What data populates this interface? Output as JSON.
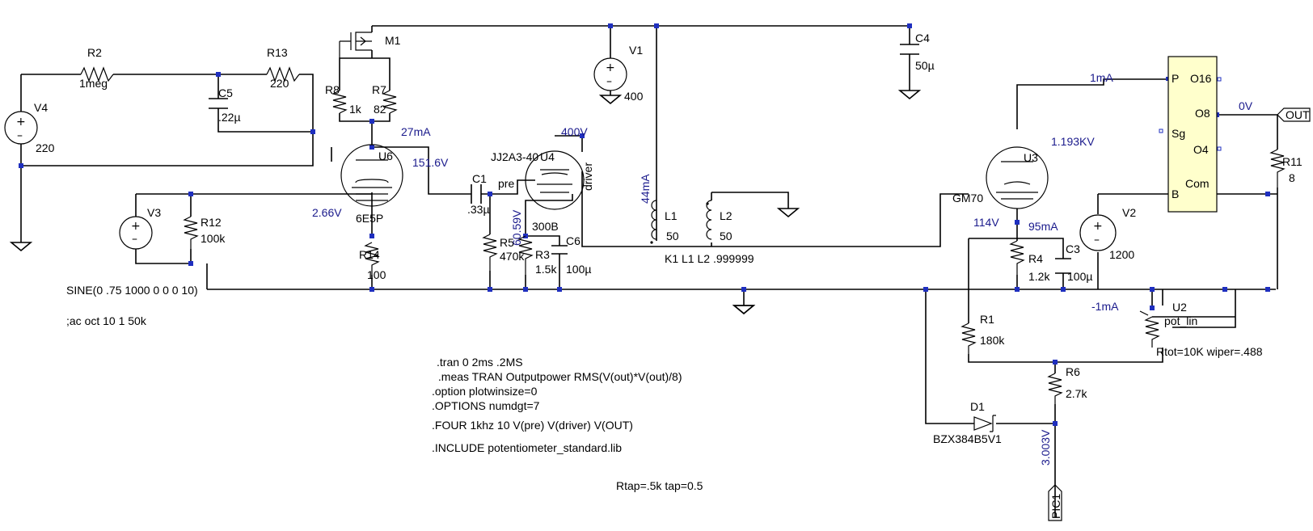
{
  "components": {
    "R2": {
      "name": "R2",
      "value": "1meg"
    },
    "R13": {
      "name": "R13",
      "value": "220"
    },
    "C5": {
      "name": "C5",
      "value": ".22µ"
    },
    "V4": {
      "name": "V4",
      "value": "220"
    },
    "M1": {
      "name": "M1"
    },
    "R8": {
      "name": "R8",
      "value": "1k"
    },
    "R7": {
      "name": "R7",
      "value": "82"
    },
    "V1": {
      "name": "V1",
      "value": "400"
    },
    "C4": {
      "name": "C4",
      "value": "50µ"
    },
    "U6": {
      "name": "U6",
      "model": "6E5P"
    },
    "V3": {
      "name": "V3"
    },
    "R12": {
      "name": "R12",
      "value": "100k"
    },
    "R14": {
      "name": "R14",
      "value": "100"
    },
    "C1": {
      "name": "C1",
      "value": ".33µ"
    },
    "R5": {
      "name": "R5",
      "value": "470k"
    },
    "U4": {
      "name": "U4",
      "model": "300B",
      "prefix": "JJ2A3-40"
    },
    "R3": {
      "name": "R3",
      "value": "1.5k"
    },
    "C6": {
      "name": "C6",
      "value": "100µ"
    },
    "L1": {
      "name": "L1",
      "value": "50"
    },
    "L2": {
      "name": "L2",
      "value": "50"
    },
    "coupling": "K1 L1 L2 .999999",
    "U3": {
      "name": "U3",
      "model": "GM70"
    },
    "R4": {
      "name": "R4",
      "value": "1.2k"
    },
    "C3": {
      "name": "C3",
      "value": "100µ"
    },
    "V2": {
      "name": "V2",
      "value": "1200"
    },
    "R1": {
      "name": "R1",
      "value": "180k"
    },
    "R6": {
      "name": "R6",
      "value": "2.7k"
    },
    "D1": {
      "name": "D1",
      "model": "BZX384B5V1"
    },
    "U2": {
      "name": "U2",
      "model": "pot_lin",
      "params": "Rtot=10K wiper=.488"
    },
    "R11": {
      "name": "R11",
      "value": "8"
    },
    "XFMR": {
      "pins": {
        "P": "P",
        "Sg": "Sg",
        "B": "B",
        "O16": "O16",
        "O8": "O8",
        "O4": "O4",
        "Com": "Com"
      }
    }
  },
  "labels": {
    "pre": "pre",
    "driver": "driver",
    "out": "OUT",
    "pic1": "PIC1",
    "source": "SINE(0 .75 1000 0 0 0 10)",
    "ac": ";ac oct 10 1 50k"
  },
  "annotations": {
    "i_u6": "27mA",
    "v_u6_plate": "151.6V",
    "v_u6_cath": "2.66V",
    "v_u4_plate": "400V",
    "v_u4_cath": "60.59V",
    "i_l1": "44mA",
    "i_p": "1mA",
    "v_u3_plate": "1.193KV",
    "v_u3_cath": "114V",
    "i_u3": "95mA",
    "v_out": "0V",
    "i_u2": "-1mA",
    "v_pic": "3.003V"
  },
  "directives": [
    ".tran 0 2ms .2MS",
    " .meas TRAN Outputpower RMS(V(out)*V(out)/8)",
    ".option plotwinsize=0",
    ".OPTIONS numdgt=7",
    ".FOUR 1khz 10 V(pre) V(driver) V(OUT)",
    ".INCLUDE potentiometer_standard.lib"
  ],
  "rtap": "Rtap=.5k tap=0.5",
  "colors": {
    "wire": "#000000",
    "junction": "#1f2fbf",
    "annotation": "#1a1a8c",
    "block": "#ffffcc"
  }
}
